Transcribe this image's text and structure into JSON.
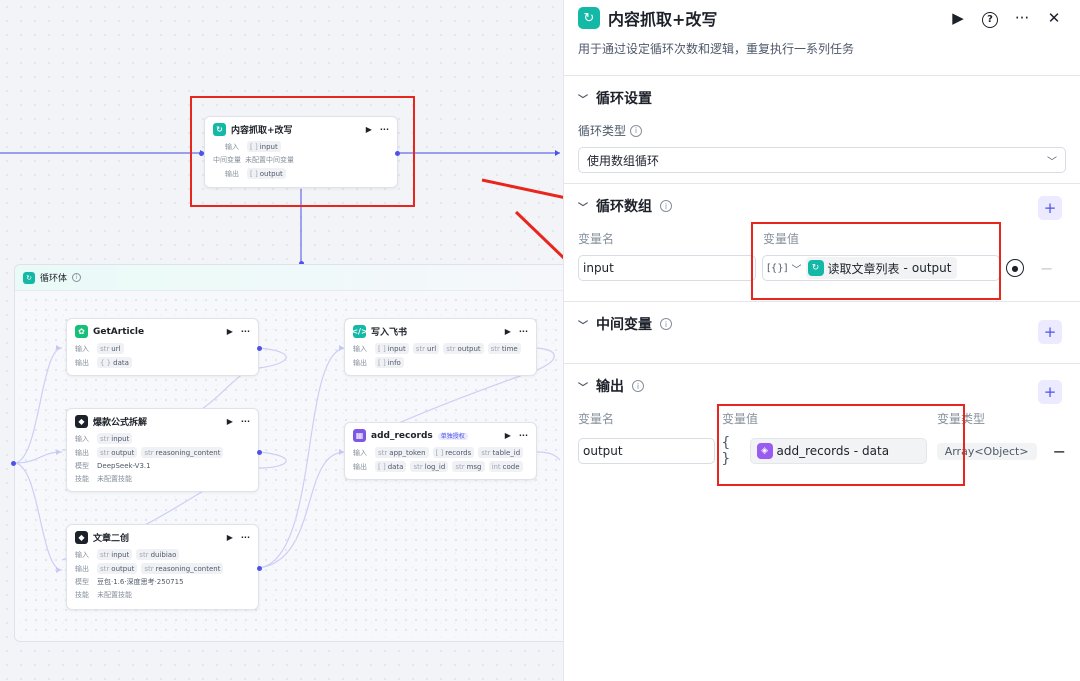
{
  "canvas": {
    "top_node": {
      "title": "内容抓取+改写",
      "input_label": "输入",
      "input_tag": "input",
      "mid_label": "中间变量",
      "mid_value": "未配置中间变量",
      "output_label": "输出",
      "output_tag": "output"
    },
    "loop_group": {
      "title": "循环体"
    },
    "get_article": {
      "title": "GetArticle",
      "in_label": "输入",
      "in_tag": "url",
      "out_label": "输出",
      "out_tag": "data"
    },
    "feishu": {
      "title": "写入飞书",
      "in_label": "输入",
      "in_tags": [
        "input",
        "url",
        "output",
        "time"
      ],
      "out_label": "输出",
      "out_tag": "info"
    },
    "baokuan": {
      "title": "爆款公式拆解",
      "in_label": "输入",
      "in_tag": "input",
      "out_label": "输出",
      "out_tags": [
        "output",
        "reasoning_content"
      ],
      "model_label": "模型",
      "model_value": "DeepSeek-V3.1",
      "skill_label": "技能",
      "skill_value": "未配置技能"
    },
    "add_records": {
      "title": "add_records",
      "badge": "单独授权",
      "in_label": "输入",
      "in_tags": [
        "app_token",
        "records",
        "table_id"
      ],
      "out_label": "输出",
      "out_tags": [
        "data",
        "log_id",
        "msg",
        "code"
      ]
    },
    "wenzhang": {
      "title": "文章二创",
      "in_label": "输入",
      "in_tags": [
        "input",
        "duibiao"
      ],
      "out_label": "输出",
      "out_tags": [
        "output",
        "reasoning_content"
      ],
      "model_label": "模型",
      "model_value": "豆包·1.6·深度思考·250715",
      "skill_label": "技能",
      "skill_value": "未配置技能"
    }
  },
  "panel": {
    "title": "内容抓取+改写",
    "description": "用于通过设定循环次数和逻辑，重复执行一系列任务",
    "loop_settings": {
      "heading": "循环设置",
      "type_label": "循环类型",
      "type_value": "使用数组循环"
    },
    "loop_array": {
      "heading": "循环数组",
      "col_name": "变量名",
      "col_value": "变量值",
      "var_name": "input",
      "type_glyph": "[{}]",
      "ref_node": "读取文章列表",
      "ref_sep": " - ",
      "ref_field": "output"
    },
    "mid_vars": {
      "heading": "中间变量"
    },
    "output": {
      "heading": "输出",
      "col_name": "变量名",
      "col_value": "变量值",
      "col_type": "变量类型",
      "var_name": "output",
      "value_glyph": "{ }",
      "ref_node": "add_records",
      "ref_sep": " - ",
      "ref_field": "data",
      "type_value": "Array<Object>"
    }
  },
  "colors": {
    "accent": "#4d53e8",
    "annotation_red": "#e8261d",
    "teal": "#14b8a6"
  }
}
